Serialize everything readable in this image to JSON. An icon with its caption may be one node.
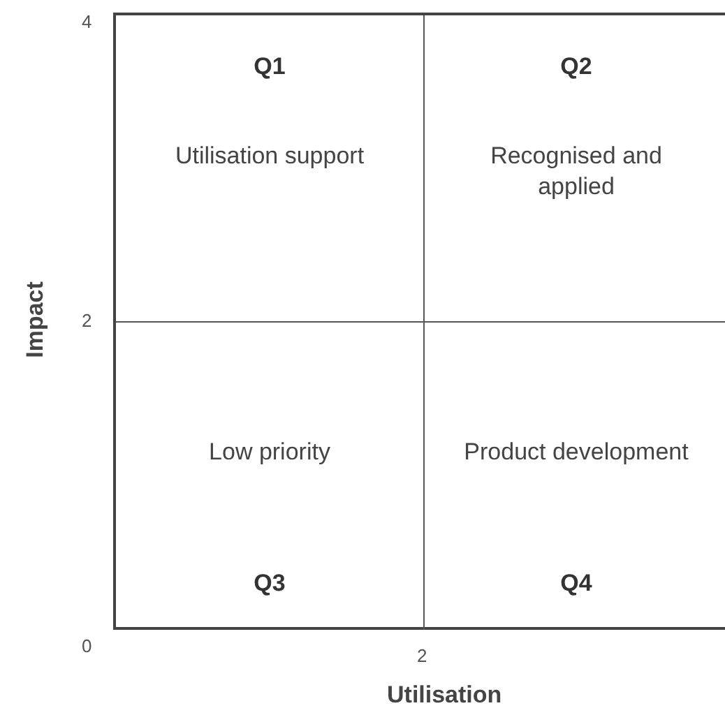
{
  "diagram": {
    "nodes": [
      {
        "text": [
          "Q1",
          "Utilisation support"
        ]
      },
      {
        "text": [
          "Q2",
          "Recognised and applied"
        ]
      },
      {
        "text": [
          "Low priority",
          "Q3"
        ]
      },
      {
        "text": [
          "Product development",
          "Q4"
        ]
      }
    ],
    "labels": [
      "4",
      "2",
      "Impact",
      "0",
      "2",
      "Utilisation"
    ]
  }
}
